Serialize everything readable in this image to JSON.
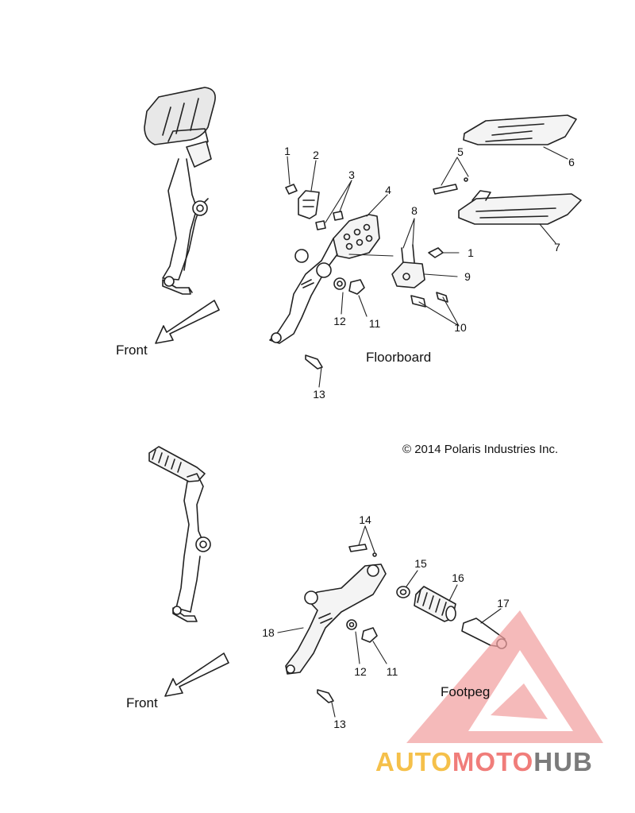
{
  "sections": [
    {
      "name": "Floorboard",
      "caption": "Floorboard",
      "front_label": "Front"
    },
    {
      "name": "Footpeg",
      "caption": "Footpeg",
      "front_label": "Front"
    }
  ],
  "callouts": {
    "c1a": "1",
    "c2": "2",
    "c3": "3",
    "c4": "4",
    "c5": "5",
    "c6": "6",
    "c7": "7",
    "c8": "8",
    "c1b": "1",
    "c9": "9",
    "c10": "10",
    "c12a": "12",
    "c11a": "11",
    "c13a": "13",
    "c14": "14",
    "c15": "15",
    "c16": "16",
    "c17": "17",
    "c18": "18",
    "c12b": "12",
    "c11b": "11",
    "c13b": "13"
  },
  "copyright": "© 2014 Polaris Industries Inc.",
  "watermark": {
    "part1": "AUTO",
    "part2": "MOTO",
    "part3": "HUB",
    "colors": {
      "part1": "#f5c04a",
      "part2": "#f07d7a",
      "part3": "#7b7b7b",
      "logo": "#f2a0a0"
    }
  }
}
